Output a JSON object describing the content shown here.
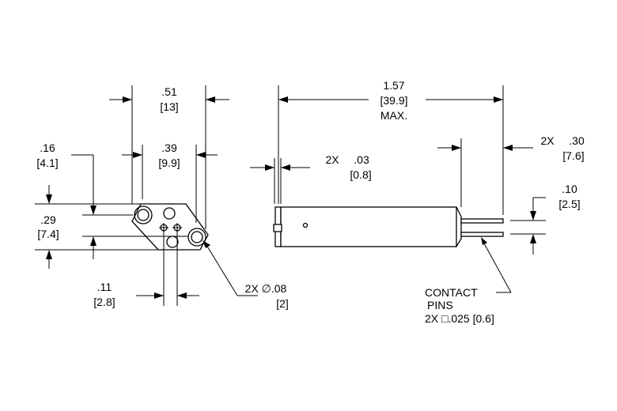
{
  "dimensions": {
    "width_overall": {
      "inch": ".51",
      "mm": "[13]"
    },
    "width_inner": {
      "inch": ".39",
      "mm": "[9.9]"
    },
    "hole_offset": {
      "inch": ".16",
      "mm": "[4.1]"
    },
    "height": {
      "inch": ".29",
      "mm": "[7.4]"
    },
    "center_offset": {
      "inch": ".11",
      "mm": "[2.8]"
    },
    "hole_diameter": {
      "label": "2X ∅.08",
      "mm": "[2]"
    },
    "length": {
      "inch": "1.57",
      "mm": "[39.9]",
      "note": "MAX."
    },
    "flange": {
      "prefix": "2X",
      "inch": ".03",
      "mm": "[0.8]"
    },
    "pin_length": {
      "prefix": "2X",
      "inch": ".30",
      "mm": "[7.6]"
    },
    "pin_spacing": {
      "inch": ".10",
      "mm": "[2.5]"
    }
  },
  "callout": {
    "line1": "CONTACT",
    "line2": "PINS",
    "line3": "2X □.025 [0.6]"
  }
}
